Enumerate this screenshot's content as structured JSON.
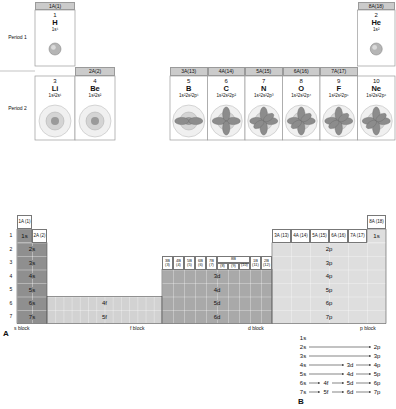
{
  "diagram": {
    "nodes": [
      {
        "text": [
          "1",
          "H",
          "1s¹"
        ]
      },
      {
        "text": [
          "2",
          "He",
          "1s²"
        ]
      },
      {
        "text": [
          "3",
          "Li",
          "1s²2s¹"
        ]
      },
      {
        "text": [
          "4",
          "Be",
          "1s²2s²"
        ]
      },
      {
        "text": [
          "5",
          "B",
          "1s²2s²2p¹"
        ]
      },
      {
        "text": [
          "6",
          "C",
          "1s²2s²2p²"
        ]
      },
      {
        "text": [
          "7",
          "N",
          "1s²2s²2p³"
        ]
      },
      {
        "text": [
          "8",
          "O",
          "1s²2s²2p⁴"
        ]
      },
      {
        "text": [
          "9",
          "F",
          "1s²2s²2p⁵"
        ]
      },
      {
        "text": [
          "10",
          "Ne",
          "1s²2s²2p⁶"
        ]
      },
      {
        "text": [
          "1s"
        ]
      },
      {
        "text": [
          "1s"
        ]
      },
      {
        "text": [
          "2s"
        ]
      },
      {
        "text": [
          "2p"
        ]
      },
      {
        "text": [
          "3s"
        ]
      },
      {
        "text": [
          "3p"
        ]
      },
      {
        "text": [
          "4s"
        ]
      },
      {
        "text": [
          "3d"
        ]
      },
      {
        "text": [
          "4p"
        ]
      },
      {
        "text": [
          "5s"
        ]
      },
      {
        "text": [
          "4d"
        ]
      },
      {
        "text": [
          "5p"
        ]
      },
      {
        "text": [
          "6s"
        ]
      },
      {
        "text": [
          "4f"
        ]
      },
      {
        "text": [
          "5d"
        ]
      },
      {
        "text": [
          "6p"
        ]
      },
      {
        "text": [
          "7s"
        ]
      },
      {
        "text": [
          "5f"
        ]
      },
      {
        "text": [
          "6d"
        ]
      },
      {
        "text": [
          "7p"
        ]
      }
    ],
    "labels": [
      "1A(1)",
      "8A(18)",
      "Period 1",
      "2A(2)",
      "3A(13)",
      "4A(14)",
      "5A(15)",
      "6A(16)",
      "7A(17)",
      "Period 2",
      "1A (1)",
      "8A (18)",
      "2A (2)",
      "3A (13)",
      "4A (14)",
      "5A (15)",
      "6A (16)",
      "7A (17)",
      "3B (3)",
      "4B (4)",
      "5B (5)",
      "6B (6)",
      "7B (7)",
      "8B",
      "(8)",
      "(9)",
      "(10)",
      "1B (11)",
      "2B (12)",
      "1",
      "2",
      "3",
      "4",
      "5",
      "6",
      "7",
      "s block",
      "f block",
      "d block",
      "p block",
      "A",
      "1s",
      "2s",
      "2p",
      "3s",
      "3p",
      "4s",
      "3d",
      "4p",
      "5s",
      "4d",
      "5p",
      "6s",
      "4f",
      "5d",
      "6p",
      "7s",
      "5f",
      "6d",
      "7p",
      "B"
    ]
  }
}
